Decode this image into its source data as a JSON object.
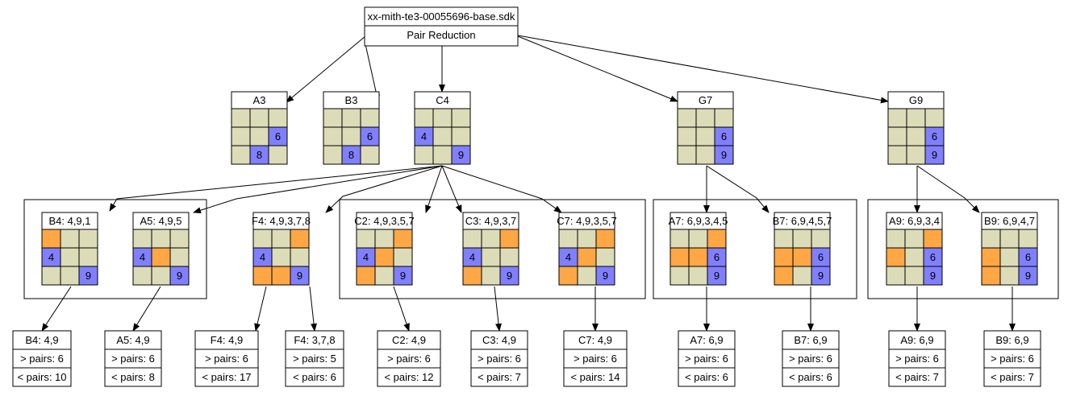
{
  "colors": {
    "empty": "#dcdcb8",
    "orange": "#ffa745",
    "blue": "#8080ff",
    "stroke": "#000000",
    "background": "#ffffff"
  },
  "root": {
    "title": "xx-mith-te3-00055696-base.sdk",
    "subtitle": "Pair Reduction"
  },
  "level1": [
    {
      "label": "A3",
      "cells": [
        "e",
        "e",
        "e",
        "e",
        "e",
        "b",
        "e",
        "b",
        "e"
      ],
      "digits": [
        "",
        "",
        "",
        "",
        "",
        "6",
        "",
        "8",
        ""
      ]
    },
    {
      "label": "B3",
      "cells": [
        "e",
        "e",
        "e",
        "e",
        "e",
        "b",
        "e",
        "b",
        "e"
      ],
      "digits": [
        "",
        "",
        "",
        "",
        "",
        "6",
        "",
        "8",
        ""
      ]
    },
    {
      "label": "C4",
      "cells": [
        "e",
        "e",
        "e",
        "b",
        "e",
        "e",
        "e",
        "e",
        "b"
      ],
      "digits": [
        "",
        "",
        "",
        "4",
        "",
        "",
        "",
        "",
        "9"
      ]
    },
    {
      "label": "G7",
      "cells": [
        "e",
        "e",
        "e",
        "e",
        "e",
        "b",
        "e",
        "e",
        "b"
      ],
      "digits": [
        "",
        "",
        "",
        "",
        "",
        "6",
        "",
        "",
        "9"
      ]
    },
    {
      "label": "G9",
      "cells": [
        "e",
        "e",
        "e",
        "e",
        "e",
        "b",
        "e",
        "e",
        "b"
      ],
      "digits": [
        "",
        "",
        "",
        "",
        "",
        "6",
        "",
        "",
        "9"
      ]
    }
  ],
  "level2": [
    {
      "label": "B4: 4,9,1",
      "cells": [
        "o",
        "e",
        "e",
        "b",
        "e",
        "e",
        "e",
        "e",
        "b"
      ],
      "digits": [
        "",
        "",
        "",
        "4",
        "",
        "",
        "",
        "",
        "9"
      ]
    },
    {
      "label": "A5: 4,9,5",
      "cells": [
        "e",
        "e",
        "e",
        "b",
        "o",
        "e",
        "e",
        "e",
        "b"
      ],
      "digits": [
        "",
        "",
        "",
        "4",
        "",
        "",
        "",
        "",
        "9"
      ]
    },
    {
      "label": "F4: 4,9,3,7,8",
      "cells": [
        "e",
        "e",
        "o",
        "b",
        "e",
        "e",
        "o",
        "o",
        "b"
      ],
      "digits": [
        "",
        "",
        "",
        "4",
        "",
        "",
        "",
        "",
        "9"
      ]
    },
    {
      "label": "C2: 4,9,3,5,7",
      "cells": [
        "e",
        "e",
        "o",
        "b",
        "o",
        "e",
        "o",
        "e",
        "b"
      ],
      "digits": [
        "",
        "",
        "",
        "4",
        "",
        "",
        "",
        "",
        "9"
      ]
    },
    {
      "label": "C3: 4,9,3,7",
      "cells": [
        "e",
        "e",
        "o",
        "b",
        "e",
        "e",
        "o",
        "e",
        "b"
      ],
      "digits": [
        "",
        "",
        "",
        "4",
        "",
        "",
        "",
        "",
        "9"
      ]
    },
    {
      "label": "C7: 4,9,3,5,7",
      "cells": [
        "e",
        "e",
        "o",
        "b",
        "o",
        "e",
        "o",
        "e",
        "b"
      ],
      "digits": [
        "",
        "",
        "",
        "4",
        "",
        "",
        "",
        "",
        "9"
      ]
    },
    {
      "label": "A7: 6,9,3,4,5",
      "cells": [
        "e",
        "e",
        "o",
        "o",
        "o",
        "b",
        "e",
        "e",
        "b"
      ],
      "digits": [
        "",
        "",
        "",
        "",
        "",
        "6",
        "",
        "",
        "9"
      ]
    },
    {
      "label": "B7: 6,9,4,5,7",
      "cells": [
        "e",
        "e",
        "e",
        "o",
        "o",
        "b",
        "o",
        "e",
        "b"
      ],
      "digits": [
        "",
        "",
        "",
        "",
        "",
        "6",
        "",
        "",
        "9"
      ]
    },
    {
      "label": "A9: 6,9,3,4",
      "cells": [
        "e",
        "e",
        "o",
        "o",
        "e",
        "b",
        "e",
        "e",
        "b"
      ],
      "digits": [
        "",
        "",
        "",
        "",
        "",
        "6",
        "",
        "",
        "9"
      ]
    },
    {
      "label": "B9: 6,9,4,7",
      "cells": [
        "e",
        "e",
        "e",
        "o",
        "e",
        "b",
        "o",
        "e",
        "b"
      ],
      "digits": [
        "",
        "",
        "",
        "",
        "",
        "6",
        "",
        "",
        "9"
      ]
    }
  ],
  "level3": [
    {
      "title": "B4: 4,9",
      "more": "> pairs: 6",
      "less": "< pairs: 10"
    },
    {
      "title": "A5: 4,9",
      "more": "> pairs: 6",
      "less": "< pairs: 8"
    },
    {
      "title": "F4: 4,9",
      "more": "> pairs: 6",
      "less": "< pairs: 17"
    },
    {
      "title": "F4: 3,7,8",
      "more": "> pairs: 5",
      "less": "< pairs: 6"
    },
    {
      "title": "C2: 4,9",
      "more": "> pairs: 6",
      "less": "< pairs: 12"
    },
    {
      "title": "C3: 4,9",
      "more": "> pairs: 6",
      "less": "< pairs: 7"
    },
    {
      "title": "C7: 4,9",
      "more": "> pairs: 6",
      "less": "< pairs: 14"
    },
    {
      "title": "A7: 6,9",
      "more": "> pairs: 6",
      "less": "< pairs: 6"
    },
    {
      "title": "B7: 6,9",
      "more": "> pairs: 6",
      "less": "< pairs: 6"
    },
    {
      "title": "A9: 6,9",
      "more": "> pairs: 6",
      "less": "< pairs: 7"
    },
    {
      "title": "B9: 6,9",
      "more": "> pairs: 6",
      "less": "< pairs: 7"
    }
  ]
}
